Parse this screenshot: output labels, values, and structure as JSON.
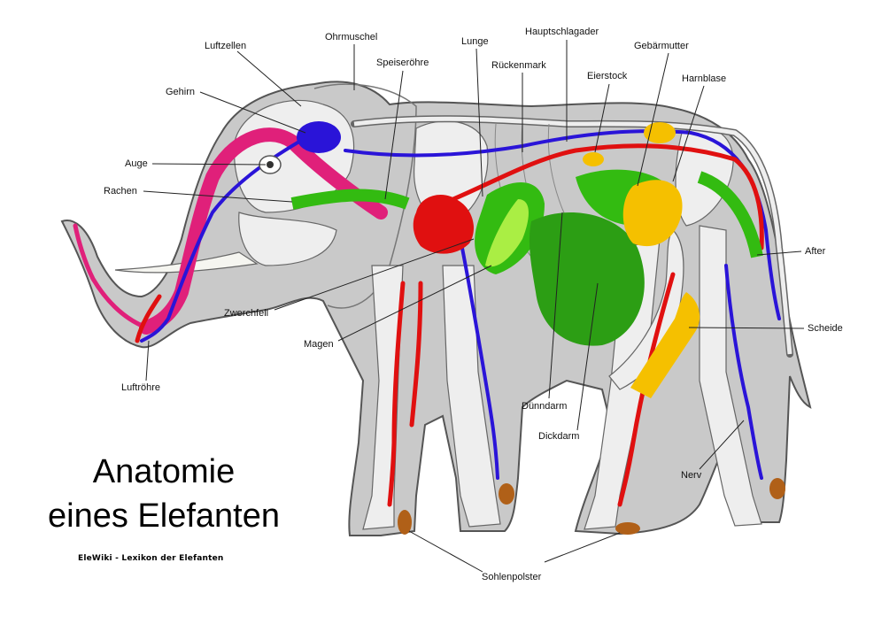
{
  "title_line1": "Anatomie",
  "title_line2": "eines Elefanten",
  "credit": "EleWiki - Lexikon der Elefanten",
  "labels": {
    "luftzellen": "Luftzellen",
    "ohrmuschel": "Ohrmuschel",
    "speiseroehre": "Speiseröhre",
    "lunge": "Lunge",
    "hauptschlagader": "Hauptschlagader",
    "gebaermutter": "Gebärmutter",
    "rueckenmark": "Rückenmark",
    "eierstock": "Eierstock",
    "harnblase": "Harnblase",
    "gehirn": "Gehirn",
    "auge": "Auge",
    "rachen": "Rachen",
    "after": "After",
    "zwerchfell": "Zwerchfell",
    "magen": "Magen",
    "scheide": "Scheide",
    "luftroehre": "Luftröhre",
    "duenndarm": "Dünndarm",
    "dickdarm": "Dickdarm",
    "nerv": "Nerv",
    "sohlenpolster": "Sohlenpolster"
  },
  "colors": {
    "body": "#c8c8c8",
    "body_outline": "#555555",
    "bone": "#eeeeee",
    "nerve": "#2a14d8",
    "artery": "#e01010",
    "airway": "#e0207a",
    "digestive": "#33bb11",
    "intestine": "#2c9e14",
    "reproductive": "#f5c000",
    "sole_pad": "#b06018",
    "leader": "#222222"
  }
}
